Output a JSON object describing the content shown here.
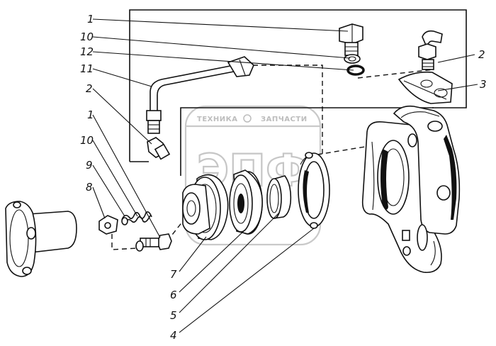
{
  "watermark": {
    "brand": "ЭПФ",
    "text_left": "ТЕХНИКА",
    "text_right": "ЗАПЧАСТИ"
  },
  "callouts": [
    "1",
    "10",
    "12",
    "11",
    "2",
    "1",
    "10",
    "9",
    "8",
    "2",
    "3",
    "7",
    "6",
    "5",
    "4"
  ],
  "parts": [
    "bolt-top",
    "spring-washer-top",
    "sealing-ring",
    "oil-pipe",
    "oil-fitting-left",
    "bolt-lower",
    "spring-lower",
    "lock-plate",
    "grease-fitting-right",
    "bracket-plate",
    "bearing-cover",
    "bearing",
    "spacer-sleeve",
    "gasket-flange",
    "housing",
    "end-cap"
  ]
}
